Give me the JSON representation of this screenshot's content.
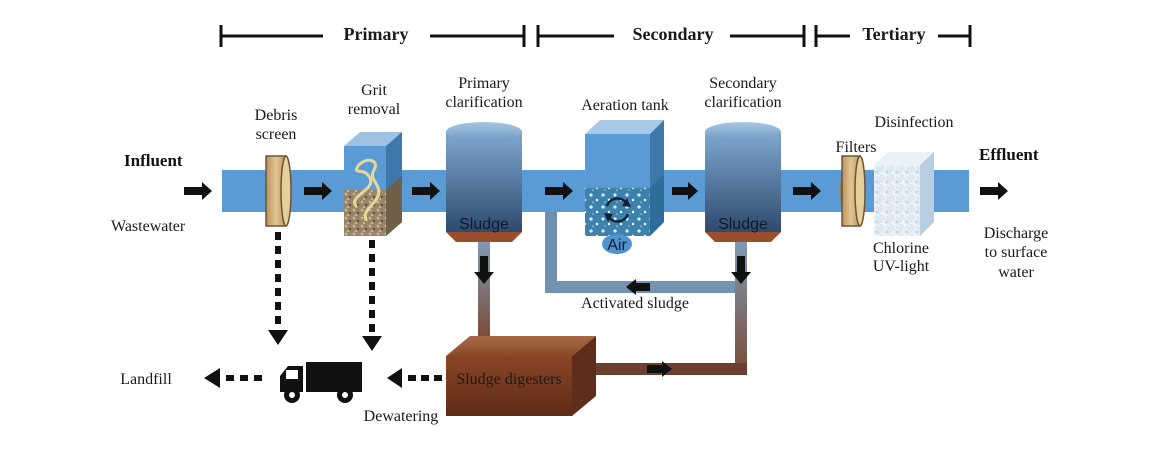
{
  "stages": {
    "primary": "Primary",
    "secondary": "Secondary",
    "tertiary": "Tertiary"
  },
  "labels": {
    "influent": "Influent",
    "wastewater": "Wastewater",
    "effluent": "Effluent",
    "debris_screen_1": "Debris",
    "debris_screen_2": "screen",
    "grit_removal_1": "Grit",
    "grit_removal_2": "removal",
    "primary_clarification_1": "Primary",
    "primary_clarification_2": "clarification",
    "aeration_tank": "Aeration tank",
    "secondary_clarification_1": "Secondary",
    "secondary_clarification_2": "clarification",
    "filters": "Filters",
    "disinfection": "Disinfection",
    "sludge_primary": "Sludge",
    "sludge_secondary": "Sludge",
    "air": "Air",
    "activated_sludge": "Activated sludge",
    "sludge_digesters": "Sludge digesters",
    "landfill": "Landfill",
    "dewatering": "Dewatering",
    "chlorine": "Chlorine",
    "uv_light": "UV-light",
    "discharge_1": "Discharge",
    "discharge_2": "to surface",
    "discharge_3": "water"
  },
  "colors": {
    "pipe": "#5b9bd5",
    "tank_top": "#8fb4d6",
    "tank_bottom": "#2f4f72",
    "sludge_pipe_top": "#7f9cb8",
    "sludge_pipe_bottom": "#7a4a38",
    "digester": "#8b4a2b",
    "filter": "#d2b48c"
  },
  "icons": [
    "truck-icon",
    "aeration-cycle-icon",
    "grit-coil-icon"
  ]
}
